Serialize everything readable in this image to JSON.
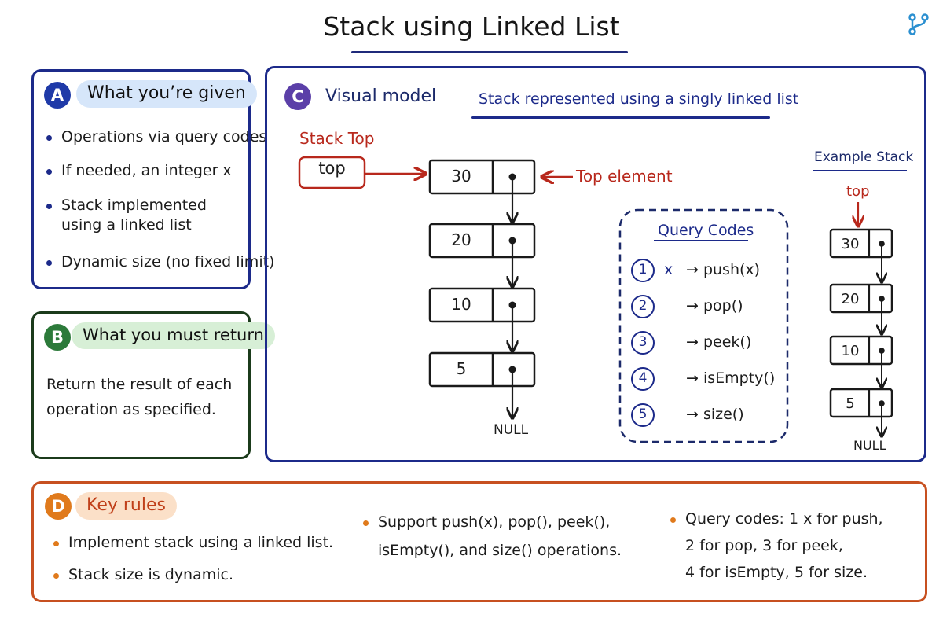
{
  "title": "Stack using Linked List",
  "colors": {
    "blue": "#1c2a8a",
    "green": "#1b3b1b",
    "orange": "#c75020",
    "red": "#b8281c",
    "purple": "#5b3fa8"
  },
  "icons": {
    "logo": "git-branch-icon"
  },
  "panel_a": {
    "badge": "A",
    "heading": "What you’re given",
    "bullets": [
      "Operations via query codes",
      "If needed, an integer x",
      "Stack implemented using a linked list",
      "Dynamic size (no fixed limit)"
    ]
  },
  "panel_b": {
    "badge": "B",
    "heading": "What you must return",
    "text_line1": "Return the result of each",
    "text_line2": "operation as specified."
  },
  "panel_c": {
    "badge": "C",
    "heading": "Visual model",
    "subtitle": "Stack represented using a singly linked list",
    "stack_top_label": "Stack Top",
    "top_box_label": "top",
    "top_element_label": "Top element",
    "nodes": [
      "30",
      "20",
      "10",
      "5"
    ],
    "null_label": "NULL",
    "query_codes": {
      "heading": "Query Codes",
      "items": [
        {
          "code": "1",
          "arg": "x",
          "op": "→ push(x)"
        },
        {
          "code": "2",
          "arg": "",
          "op": "→ pop()"
        },
        {
          "code": "3",
          "arg": "",
          "op": "→ peek()"
        },
        {
          "code": "4",
          "arg": "",
          "op": "→ isEmpty()"
        },
        {
          "code": "5",
          "arg": "",
          "op": "→ size()"
        }
      ]
    },
    "example": {
      "heading": "Example Stack",
      "top_label": "top",
      "nodes": [
        "30",
        "20",
        "10",
        "5"
      ],
      "null_label": "NULL"
    }
  },
  "panel_d": {
    "badge": "D",
    "heading": "Key rules",
    "col1": [
      "Implement stack using a linked list.",
      "Stack size is dynamic."
    ],
    "col2_line1": "Support push(x), pop(), peek(),",
    "col2_line2": "isEmpty(), and size() operations.",
    "col3_line1": "Query codes: 1 x for push,",
    "col3_line2": "2 for pop, 3 for peek,",
    "col3_line3": "4 for isEmpty, 5 for size."
  }
}
